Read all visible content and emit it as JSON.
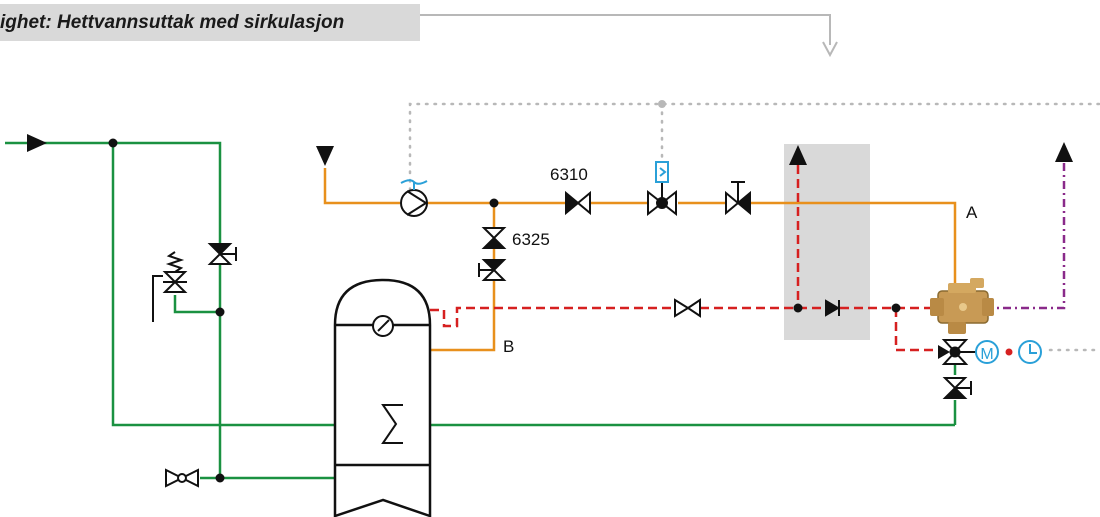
{
  "diagram": {
    "title": "ighet: Hettvannsuttak med sirkulasjon",
    "labels": {
      "valve_6310": "6310",
      "valve_6325": "6325",
      "point_a": "A",
      "point_b": "B"
    },
    "icons": {
      "motor": "M"
    },
    "colors": {
      "cold_water": "#1a9141",
      "hot_water": "#e8901c",
      "circulation": "#d62020",
      "signal": "#b8b8b8",
      "return_line": "#8a2a8a",
      "control": "#2aa0d8",
      "symbol": "#111111",
      "zone": "#d9d9d9"
    }
  }
}
